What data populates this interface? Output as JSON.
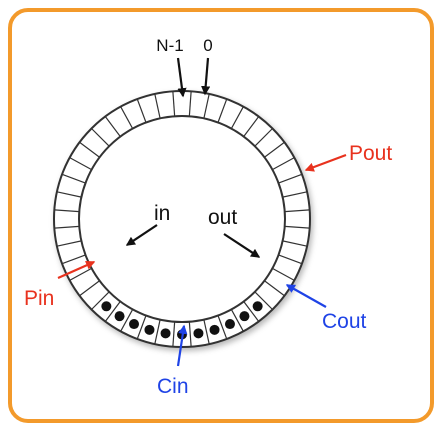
{
  "colors": {
    "frame_border": "#f39a2b",
    "black_label": "#111111",
    "red_label": "#e8321e",
    "blue_label": "#1f43e6",
    "ring_fill": "#ffffff",
    "ring_stroke": "#333333",
    "slot_dot": "#111111"
  },
  "ring": {
    "slot_count": 44,
    "filled_slots": 11
  },
  "labels": {
    "n_minus_1": "N-1",
    "zero": "0",
    "pout": "Pout",
    "pin": "Pin",
    "in": "in",
    "out": "out",
    "cout": "Cout",
    "cin": "Cin"
  },
  "icons": {
    "arrow": "arrow-icon",
    "dot": "filled-slot-dot"
  }
}
